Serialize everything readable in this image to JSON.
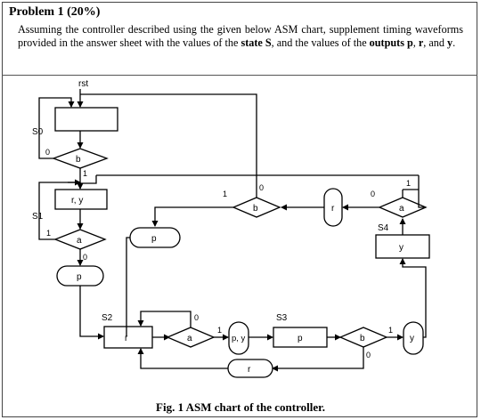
{
  "problem": {
    "title": "Problem 1 (20%)",
    "text_1": "Assuming the controller described using the given below ASM chart, supplement timing waveforms provided in the answer sheet with the values of the ",
    "bold_state": "state S",
    "text_2": ", and the values of the ",
    "bold_outputs": "outputs p",
    "text_3": ", ",
    "bold_r": "r",
    "text_4": ", and ",
    "bold_y": "y",
    "text_5": "."
  },
  "diagram": {
    "rst": "rst",
    "states": {
      "s0": "S0",
      "s1": "S1",
      "s2": "S2",
      "s3": "S3",
      "s4": "S4"
    },
    "state_outputs": {
      "s0": "",
      "s1": "r, y",
      "s2": "r",
      "s3": "p",
      "s4": "y"
    },
    "decisions": {
      "d1": "b",
      "d2": "a",
      "d3": "b",
      "d4": "a",
      "d5": "a",
      "d6": "b"
    },
    "cond_outputs": {
      "c1": "p",
      "c2": "p",
      "c3": "r",
      "c4": "p, y",
      "c5": "r",
      "c6": "y"
    },
    "branch_labels": {
      "d1_zero": "0",
      "d1_one": "1",
      "d2_one": "1",
      "d2_zero": "0",
      "d3_one": "1",
      "d3_zero": "0",
      "d4_zero": "0",
      "d4_one": "1",
      "d5_zero": "0",
      "d5_one": "1",
      "d6_one": "1",
      "d6_zero": "0"
    }
  },
  "caption": "Fig. 1 ASM chart of the controller."
}
